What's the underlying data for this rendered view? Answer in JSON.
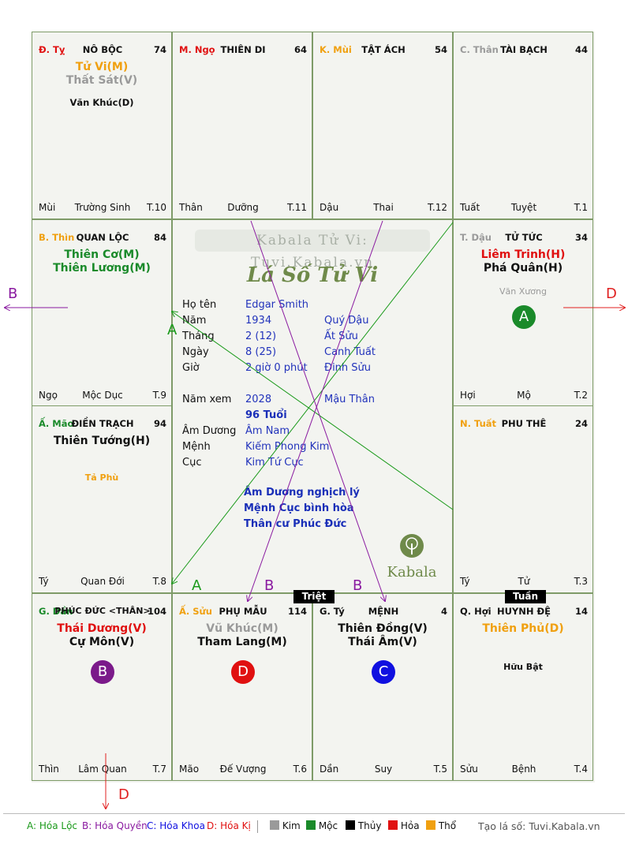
{
  "cells": {
    "ty6": {
      "branch": "Đ. Tỵ",
      "palace": "NÔ BỘC",
      "num": "74",
      "stars": [
        "Tử Vi(M)",
        "Thất Sát(V)"
      ],
      "minor": "Văn Khúc(D)",
      "foot": [
        "Mùi",
        "Trường Sinh",
        "T.10"
      ]
    },
    "ngo": {
      "branch": "M. Ngọ",
      "palace": "THIÊN DI",
      "num": "64",
      "stars": [],
      "minor": "",
      "foot": [
        "Thân",
        "Dưỡng",
        "T.11"
      ]
    },
    "mui": {
      "branch": "K. Mùi",
      "palace": "TẬT ÁCH",
      "num": "54",
      "stars": [],
      "minor": "",
      "foot": [
        "Dậu",
        "Thai",
        "T.12"
      ]
    },
    "than": {
      "branch": "C. Thân",
      "palace": "TÀI BẠCH",
      "num": "44",
      "stars": [],
      "minor": "",
      "foot": [
        "Tuất",
        "Tuyệt",
        "T.1"
      ]
    },
    "thin": {
      "branch": "B. Thìn",
      "palace": "QUAN LỘC",
      "num": "84",
      "stars": [
        "Thiên Cơ(M)",
        "Thiên Lương(M)"
      ],
      "minor": "",
      "foot": [
        "Ngọ",
        "Mộc Dục",
        "T.9"
      ]
    },
    "dau": {
      "branch": "T. Dậu",
      "palace": "TỬ TỨC",
      "num": "34",
      "stars": [
        "Liêm Trinh(H)",
        "Phá Quân(H)"
      ],
      "minor": "Văn Xương",
      "foot": [
        "Hợi",
        "Mộ",
        "T.2"
      ]
    },
    "mao": {
      "branch": "Ấ. Mão",
      "palace": "ĐIỀN TRẠCH",
      "num": "94",
      "stars": [
        "Thiên Tướng(H)"
      ],
      "minor": "Tả Phù",
      "foot": [
        "Tý",
        "Quan Đới",
        "T.8"
      ]
    },
    "tuat": {
      "branch": "N. Tuất",
      "palace": "PHU THÊ",
      "num": "24",
      "stars": [],
      "minor": "",
      "foot": [
        "Tý",
        "Tử",
        "T.3"
      ]
    },
    "dan": {
      "branch": "G. Dần",
      "palace": "PHÚC ĐỨC <THÂN>",
      "num": "104",
      "stars": [
        "Thái Dương(V)",
        "Cự Môn(V)"
      ],
      "minor": "",
      "foot": [
        "Thìn",
        "Lâm Quan",
        "T.7"
      ]
    },
    "suu": {
      "branch": "Ấ. Sửu",
      "palace": "PHỤ MẪU",
      "num": "114",
      "stars": [
        "Vũ Khúc(M)",
        "Tham Lang(M)"
      ],
      "minor": "",
      "foot": [
        "Mão",
        "Đế Vượng",
        "T.6"
      ]
    },
    "ty1": {
      "branch": "G. Tý",
      "palace": "MỆNH",
      "num": "4",
      "stars": [
        "Thiên Đồng(V)",
        "Thái Âm(V)"
      ],
      "minor": "",
      "foot": [
        "Dần",
        "Suy",
        "T.5"
      ]
    },
    "hoi": {
      "branch": "Q. Hợi",
      "palace": "HUYNH ĐỆ",
      "num": "14",
      "stars": [
        "Thiên Phủ(D)"
      ],
      "minor": "Hữu Bật",
      "foot": [
        "Sửu",
        "Bệnh",
        "T.4"
      ]
    }
  },
  "colors": {
    "kim": "#9a9a9a",
    "moc": "#1a8a2a",
    "thuy": "#000000",
    "hoa": "#e01010",
    "tho": "#f0a010",
    "line_green": "#1a9a1a",
    "line_purple": "#8a1aa0",
    "line_red": "#e02020"
  },
  "badges": {
    "a": "A",
    "b": "B",
    "c": "C",
    "d": "D"
  },
  "tags": {
    "triet": "Triệt",
    "tuan": "Tuần"
  },
  "center": {
    "watermark": "Kabala Tử Vi: Tuvi.Kabala.vn",
    "title": "Lá Số Tử Vi",
    "rows": [
      {
        "k": "Họ tên",
        "v": "Edgar Smith",
        "c": ""
      },
      {
        "k": "Năm",
        "v": "1934",
        "c": "Quý Dậu"
      },
      {
        "k": "Tháng",
        "v": "2  (12)",
        "c": "Ất Sửu"
      },
      {
        "k": "Ngày",
        "v": "8  (25)",
        "c": "Canh Tuất"
      },
      {
        "k": "Giờ",
        "v": "2 giờ 0 phút",
        "c": "Đinh Sửu"
      }
    ],
    "nam_xem": {
      "k": "Năm xem",
      "v": "2028",
      "c": "Mậu Thân"
    },
    "tuoi": "96 Tuổi",
    "rows2": [
      {
        "k": "Âm Dương",
        "v": "Âm Nam"
      },
      {
        "k": "Mệnh",
        "v": "Kiếm Phong Kim"
      },
      {
        "k": "Cục",
        "v": "Kim Tứ Cục"
      }
    ],
    "notes": [
      "Âm Dương nghịch lý",
      "Mệnh Cục bình hòa",
      "Thân cư Phúc Đức"
    ],
    "logo": "Kabala"
  },
  "arrow_labels": {
    "a1": "A",
    "a2": "A",
    "b_left": "B",
    "b1": "B",
    "b2": "B",
    "d_right": "D",
    "d_bottom": "D"
  },
  "legend": {
    "a": "A: Hóa Lộc",
    "b": "B: Hóa Quyền",
    "c": "C: Hóa Khoa",
    "d": "D: Hóa Kị",
    "kim": "Kim",
    "moc": "Mộc",
    "thuy": "Thủy",
    "hoa": "Hỏa",
    "tho": "Thổ",
    "site": "Tạo lá số: Tuvi.Kabala.vn"
  }
}
